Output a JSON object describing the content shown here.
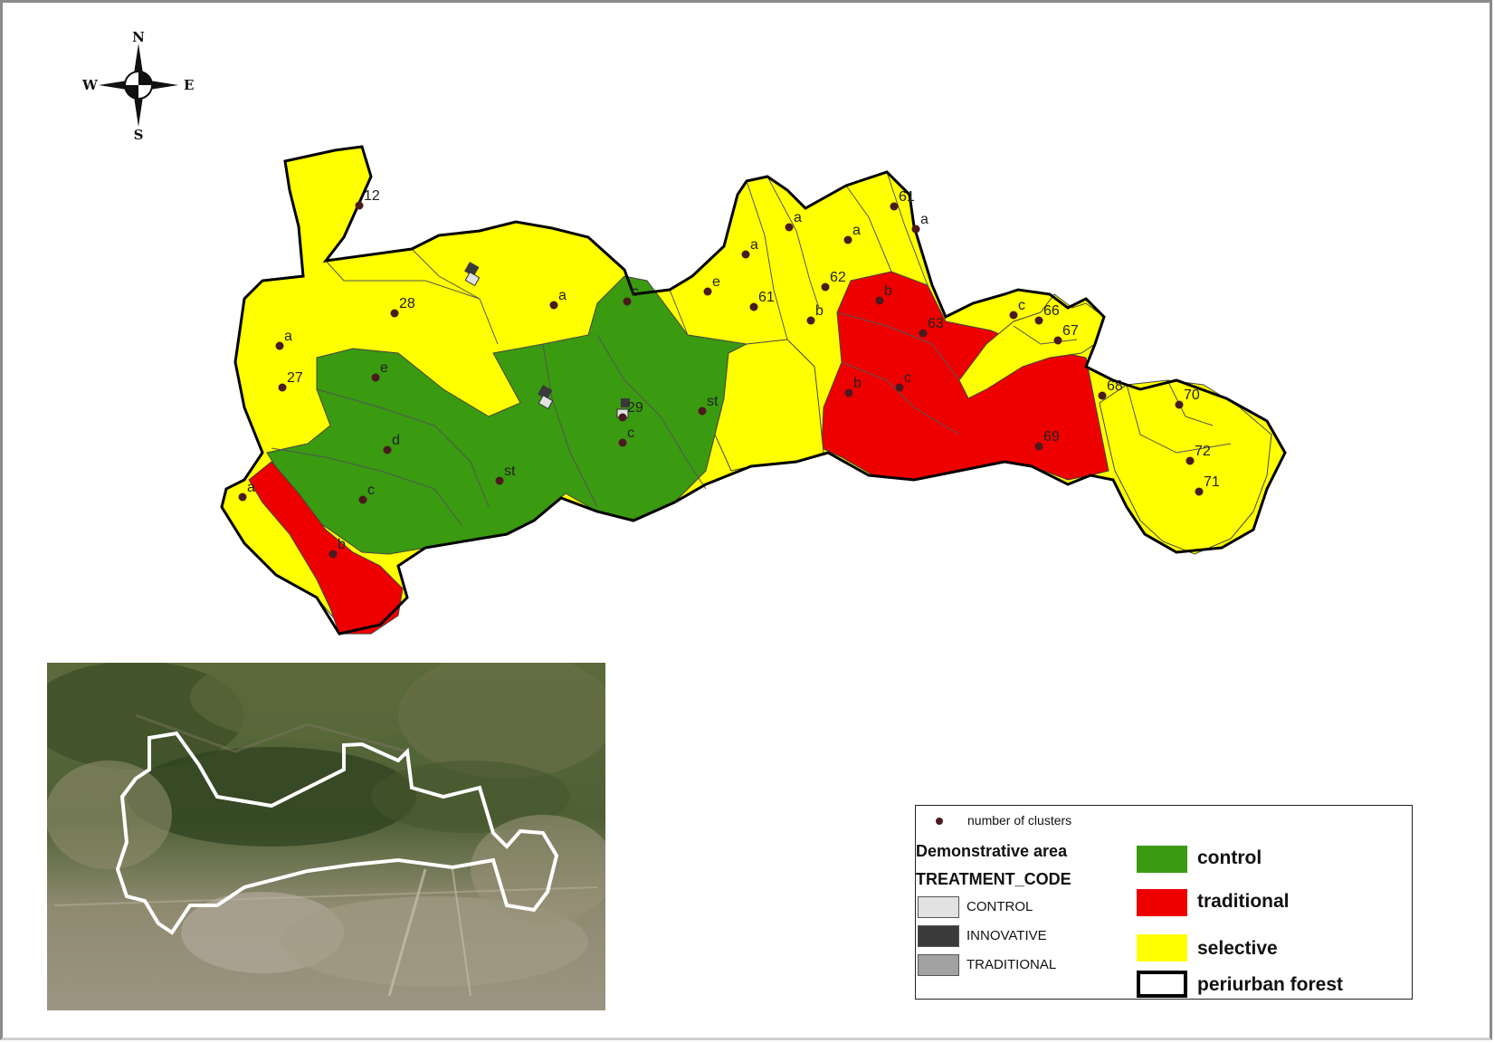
{
  "compass": {
    "n": "N",
    "s": "S",
    "e": "E",
    "w": "W"
  },
  "colors": {
    "control": "#3a9a10",
    "traditional": "#ee0000",
    "selective": "#ffff00",
    "boundary": "#111111",
    "periurban_outline": "#ffffff"
  },
  "cluster_labels": [
    "12",
    "28",
    "a",
    "27",
    "e",
    "d",
    "c",
    "b",
    "a",
    "c",
    "29",
    "c",
    "st",
    "st",
    "e",
    "a",
    "a",
    "61",
    "a",
    "b",
    "62",
    "61",
    "a",
    "b",
    "63",
    "b",
    "c",
    "c",
    "66",
    "67",
    "68",
    "69",
    "70",
    "72",
    "71",
    "a"
  ],
  "legend": {
    "clusters_label": "number of clusters",
    "title_line1": "Demonstrative area",
    "title_line2": "TREATMENT_CODE",
    "codes": [
      "CONTROL",
      "INNOVATIVE",
      "TRADITIONAL"
    ],
    "code_colors": [
      "#e2e2e2",
      "#3a3a3a",
      "#a2a2a2"
    ],
    "treatments": [
      {
        "label": "control",
        "color": "#3a9a10"
      },
      {
        "label": "traditional",
        "color": "#ee0000"
      },
      {
        "label": "selective",
        "color": "#ffff00"
      }
    ],
    "periurban_label": "periurban forest"
  },
  "inset": {
    "icon": "satellite-image-icon"
  }
}
